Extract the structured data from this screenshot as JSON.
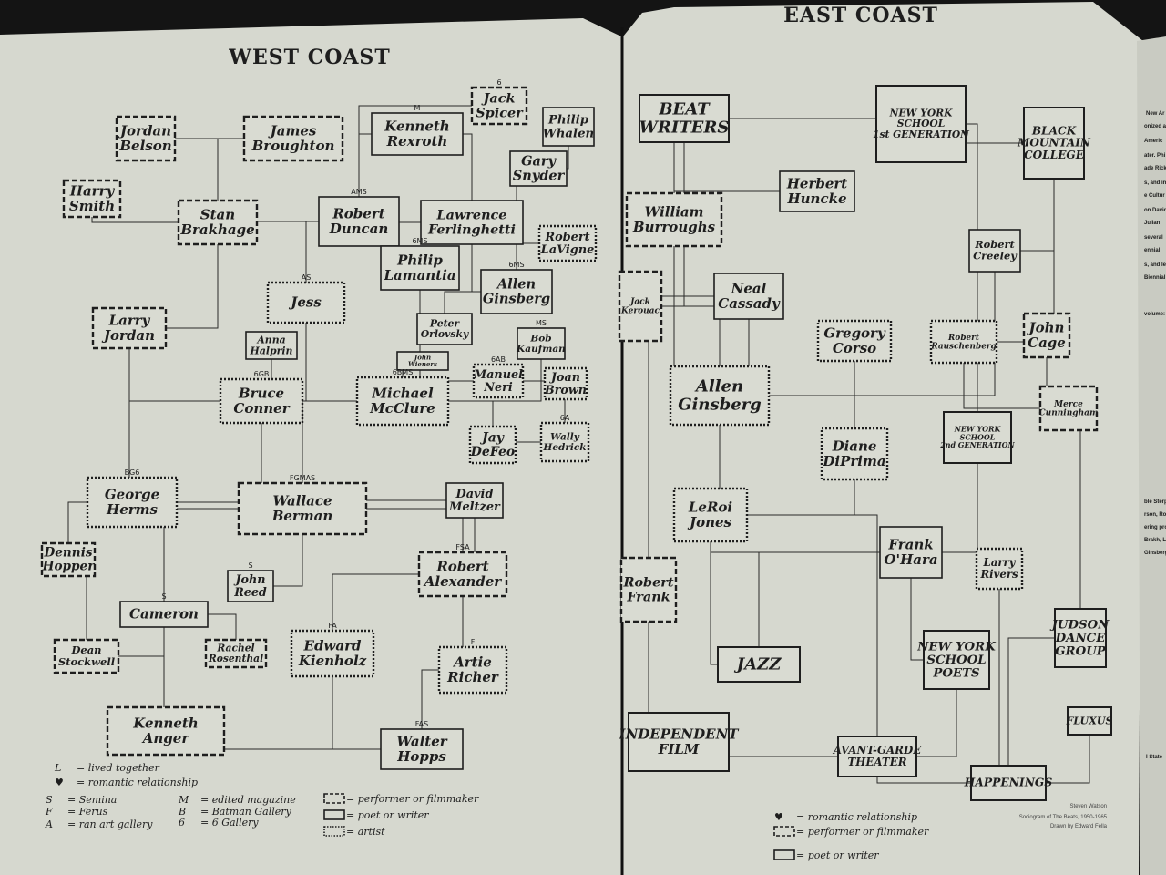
{
  "west": {
    "title": "WEST COAST",
    "nodes": [
      {
        "id": "jordan-belson",
        "lines": [
          "Jordan",
          "Belson"
        ],
        "code": "",
        "style": "dash",
        "big": false
      },
      {
        "id": "james-broughton",
        "lines": [
          "James",
          "Broughton"
        ],
        "code": "",
        "style": "dash",
        "big": false
      },
      {
        "id": "kenneth-rexroth",
        "lines": [
          "Kenneth",
          "Rexroth"
        ],
        "code": "M",
        "style": "solid",
        "big": false
      },
      {
        "id": "jack-spicer",
        "lines": [
          "Jack",
          "Spicer"
        ],
        "code": "6",
        "style": "dash",
        "big": false
      },
      {
        "id": "philip-whalen",
        "lines": [
          "Philip",
          "Whalen"
        ],
        "code": "",
        "style": "solid",
        "big": false
      },
      {
        "id": "gary-snyder",
        "lines": [
          "Gary",
          "Snyder"
        ],
        "code": "",
        "style": "solid",
        "big": false
      },
      {
        "id": "harry-smith",
        "lines": [
          "Harry",
          "Smith"
        ],
        "code": "",
        "style": "dash",
        "big": false
      },
      {
        "id": "stan-brakhage",
        "lines": [
          "Stan",
          "Brakhage"
        ],
        "code": "",
        "style": "dash",
        "big": false
      },
      {
        "id": "robert-duncan",
        "lines": [
          "Robert",
          "Duncan"
        ],
        "code": "AMS",
        "style": "solid",
        "big": false
      },
      {
        "id": "lawrence-ferlinghetti",
        "lines": [
          "Lawrence",
          "Ferlinghetti"
        ],
        "code": "",
        "style": "solid",
        "big": false
      },
      {
        "id": "robert-lavigne",
        "lines": [
          "Robert",
          "LaVigne"
        ],
        "code": "",
        "style": "dot",
        "big": false
      },
      {
        "id": "jess",
        "lines": [
          "Jess"
        ],
        "code": "AS",
        "style": "dot",
        "big": false
      },
      {
        "id": "philip-lamantia",
        "lines": [
          "Philip",
          "Lamantia"
        ],
        "code": "6MS",
        "style": "solid",
        "big": false
      },
      {
        "id": "allen-ginsberg-w",
        "lines": [
          "Allen",
          "Ginsberg"
        ],
        "code": "6MS",
        "style": "solid",
        "big": false
      },
      {
        "id": "larry-jordan",
        "lines": [
          "Larry",
          "Jordan"
        ],
        "code": "",
        "style": "dash",
        "big": false
      },
      {
        "id": "anna-halprin",
        "lines": [
          "Anna",
          "Halprin"
        ],
        "code": "",
        "style": "solid",
        "big": false
      },
      {
        "id": "peter-orlovsky",
        "lines": [
          "Peter",
          "Orlovsky"
        ],
        "code": "",
        "style": "solid",
        "big": false
      },
      {
        "id": "bob-kaufman",
        "lines": [
          "Bob",
          "Kaufman"
        ],
        "code": "MS",
        "style": "solid",
        "big": false
      },
      {
        "id": "john-wieners",
        "lines": [
          "John",
          "Wieners"
        ],
        "code": "",
        "style": "solid",
        "big": false
      },
      {
        "id": "bruce-conner",
        "lines": [
          "Bruce",
          "Conner"
        ],
        "code": "6GB",
        "style": "dot",
        "big": false
      },
      {
        "id": "michael-mcclure",
        "lines": [
          "Michael",
          "McClure"
        ],
        "code": "6BMS",
        "style": "dot",
        "big": false
      },
      {
        "id": "manuel-neri",
        "lines": [
          "Manuel",
          "Neri"
        ],
        "code": "6AB",
        "style": "dot",
        "big": false
      },
      {
        "id": "joan-brown",
        "lines": [
          "Joan",
          "Brown"
        ],
        "code": "",
        "style": "dot",
        "big": false
      },
      {
        "id": "jay-defeo",
        "lines": [
          "Jay",
          "DeFeo"
        ],
        "code": "",
        "style": "dot",
        "big": false
      },
      {
        "id": "wally-hedrick",
        "lines": [
          "Wally",
          "Hedrick"
        ],
        "code": "6A",
        "style": "dot",
        "big": false
      },
      {
        "id": "george-herms",
        "lines": [
          "George",
          "Herms"
        ],
        "code": "BG6",
        "style": "dot",
        "big": false
      },
      {
        "id": "wallace-berman",
        "lines": [
          "Wallace",
          "Berman"
        ],
        "code": "FGMAS",
        "style": "dash",
        "big": false
      },
      {
        "id": "david-meltzer",
        "lines": [
          "David",
          "Meltzer"
        ],
        "code": "",
        "style": "solid",
        "big": false
      },
      {
        "id": "dennis-hopper",
        "lines": [
          "Dennis",
          "Hopper"
        ],
        "code": "",
        "style": "dash",
        "big": false
      },
      {
        "id": "robert-alexander",
        "lines": [
          "Robert",
          "Alexander"
        ],
        "code": "FSA",
        "style": "dash",
        "big": false
      },
      {
        "id": "john-reed",
        "lines": [
          "John",
          "Reed"
        ],
        "code": "S",
        "style": "solid",
        "big": false
      },
      {
        "id": "cameron",
        "lines": [
          "Cameron"
        ],
        "code": "S",
        "style": "solid",
        "big": false
      },
      {
        "id": "dean-stockwell",
        "lines": [
          "Dean",
          "Stockwell"
        ],
        "code": "",
        "style": "dash",
        "big": false
      },
      {
        "id": "rachel-rosenthal",
        "lines": [
          "Rachel",
          "Rosenthal"
        ],
        "code": "",
        "style": "dash",
        "big": false
      },
      {
        "id": "edward-kienholz",
        "lines": [
          "Edward",
          "Kienholz"
        ],
        "code": "FA",
        "style": "dot",
        "big": false
      },
      {
        "id": "artie-richer",
        "lines": [
          "Artie",
          "Richer"
        ],
        "code": "F",
        "style": "dot",
        "big": false
      },
      {
        "id": "kenneth-anger",
        "lines": [
          "Kenneth",
          "Anger"
        ],
        "code": "",
        "style": "dash",
        "big": false
      },
      {
        "id": "walter-hopps",
        "lines": [
          "Walter",
          "Hopps"
        ],
        "code": "FAS",
        "style": "solid",
        "big": false
      }
    ],
    "legend": [
      {
        "sym": "L",
        "text": "= lived together"
      },
      {
        "sym": "♥",
        "text": "= romantic relationship"
      },
      {
        "sym": "S",
        "text": "= Semina"
      },
      {
        "sym": "F",
        "text": "= Ferus"
      },
      {
        "sym": "A",
        "text": "= ran art gallery"
      },
      {
        "sym": "M",
        "text": "= edited magazine"
      },
      {
        "sym": "B",
        "text": "= Batman Gallery"
      },
      {
        "sym": "6",
        "text": "= 6 Gallery"
      },
      {
        "sym": "dash",
        "text": "= performer or filmmaker"
      },
      {
        "sym": "solid",
        "text": "= poet or writer"
      },
      {
        "sym": "dot",
        "text": "= artist"
      }
    ]
  },
  "east": {
    "title": "EAST COAST",
    "nodes": [
      {
        "id": "beat-writers",
        "lines": [
          "BEAT",
          "WRITERS"
        ],
        "code": "",
        "style": "group",
        "big": true
      },
      {
        "id": "ny-school-1st",
        "lines": [
          "NEW YORK",
          "SCHOOL",
          "1st GENERATION"
        ],
        "code": "",
        "style": "group",
        "big": false
      },
      {
        "id": "black-mountain-college",
        "lines": [
          "BLACK",
          "MOUNTAIN",
          "COLLEGE"
        ],
        "code": "",
        "style": "group",
        "big": false
      },
      {
        "id": "william-burroughs",
        "lines": [
          "William",
          "Burroughs"
        ],
        "code": "",
        "style": "dash",
        "big": false
      },
      {
        "id": "herbert-huncke",
        "lines": [
          "Herbert",
          "Huncke"
        ],
        "code": "",
        "style": "solid",
        "big": false
      },
      {
        "id": "robert-creeley",
        "lines": [
          "Robert",
          "Creeley"
        ],
        "code": "",
        "style": "solid",
        "big": false
      },
      {
        "id": "jack-kerouac",
        "lines": [
          "Jack",
          "Kerouac"
        ],
        "code": "",
        "style": "dash",
        "big": false
      },
      {
        "id": "neal-cassady",
        "lines": [
          "Neal",
          "Cassady"
        ],
        "code": "",
        "style": "solid",
        "big": false
      },
      {
        "id": "gregory-corso",
        "lines": [
          "Gregory",
          "Corso"
        ],
        "code": "",
        "style": "dot",
        "big": false
      },
      {
        "id": "robert-rauschenberg",
        "lines": [
          "Robert",
          "Rauschenberg"
        ],
        "code": "",
        "style": "dot",
        "big": false
      },
      {
        "id": "john-cage",
        "lines": [
          "John",
          "Cage"
        ],
        "code": "",
        "style": "dash",
        "big": false
      },
      {
        "id": "allen-ginsberg-e",
        "lines": [
          "Allen",
          "Ginsberg"
        ],
        "code": "",
        "style": "dot",
        "big": true
      },
      {
        "id": "merce-cunningham",
        "lines": [
          "Merce",
          "Cunningham"
        ],
        "code": "",
        "style": "dash",
        "big": false
      },
      {
        "id": "ny-school-2nd",
        "lines": [
          "NEW YORK",
          "SCHOOL",
          "2nd GENERATION"
        ],
        "code": "",
        "style": "group",
        "big": false
      },
      {
        "id": "diane-diprima",
        "lines": [
          "Diane",
          "DiPrima"
        ],
        "code": "",
        "style": "dot",
        "big": false
      },
      {
        "id": "leroi-jones",
        "lines": [
          "LeRoi",
          "Jones"
        ],
        "code": "",
        "style": "dot",
        "big": false
      },
      {
        "id": "frank-ohara",
        "lines": [
          "Frank",
          "O'Hara"
        ],
        "code": "",
        "style": "solid",
        "big": false
      },
      {
        "id": "larry-rivers",
        "lines": [
          "Larry",
          "Rivers"
        ],
        "code": "",
        "style": "dot",
        "big": false
      },
      {
        "id": "robert-frank",
        "lines": [
          "Robert",
          "Frank"
        ],
        "code": "",
        "style": "dash",
        "big": false
      },
      {
        "id": "jazz",
        "lines": [
          "JAZZ"
        ],
        "code": "",
        "style": "group",
        "big": true
      },
      {
        "id": "ny-school-poets",
        "lines": [
          "NEW YORK",
          "SCHOOL",
          "POETS"
        ],
        "code": "",
        "style": "group",
        "big": false
      },
      {
        "id": "judson-dance-group",
        "lines": [
          "JUDSON",
          "DANCE",
          "GROUP"
        ],
        "code": "",
        "style": "group",
        "big": false
      },
      {
        "id": "independent-film",
        "lines": [
          "INDEPENDENT",
          "FILM"
        ],
        "code": "",
        "style": "group",
        "big": false
      },
      {
        "id": "avant-garde-theater",
        "lines": [
          "AVANT-GARDE",
          "THEATER"
        ],
        "code": "",
        "style": "group",
        "big": false
      },
      {
        "id": "fluxus",
        "lines": [
          "FLUXUS"
        ],
        "code": "",
        "style": "group",
        "big": false
      },
      {
        "id": "happenings",
        "lines": [
          "HAPPENINGS"
        ],
        "code": "",
        "style": "group",
        "big": false
      }
    ],
    "legend": [
      {
        "sym": "♥",
        "text": "= romantic relationship"
      },
      {
        "sym": "dash",
        "text": "= performer or filmmaker"
      },
      {
        "sym": "solid",
        "text": "= poet or writer"
      }
    ],
    "credit": [
      "Steven Watson",
      "Sociogram of The Beats, 1950-1965",
      "Drawn by Edward Fella"
    ]
  },
  "next_page_snippets": [
    "New Ar",
    "onized at",
    "Americ",
    "ater. Phi",
    "ade Rick",
    "s, and in",
    "e Cultur",
    "on David",
    "Julian",
    "several",
    "ennial",
    "s, and le",
    "Biennial",
    "volume:",
    "ble Sterple",
    "rson, Robert",
    "ering produ",
    "Brakh, Larry",
    "Ginsberg's R",
    "I State"
  ]
}
